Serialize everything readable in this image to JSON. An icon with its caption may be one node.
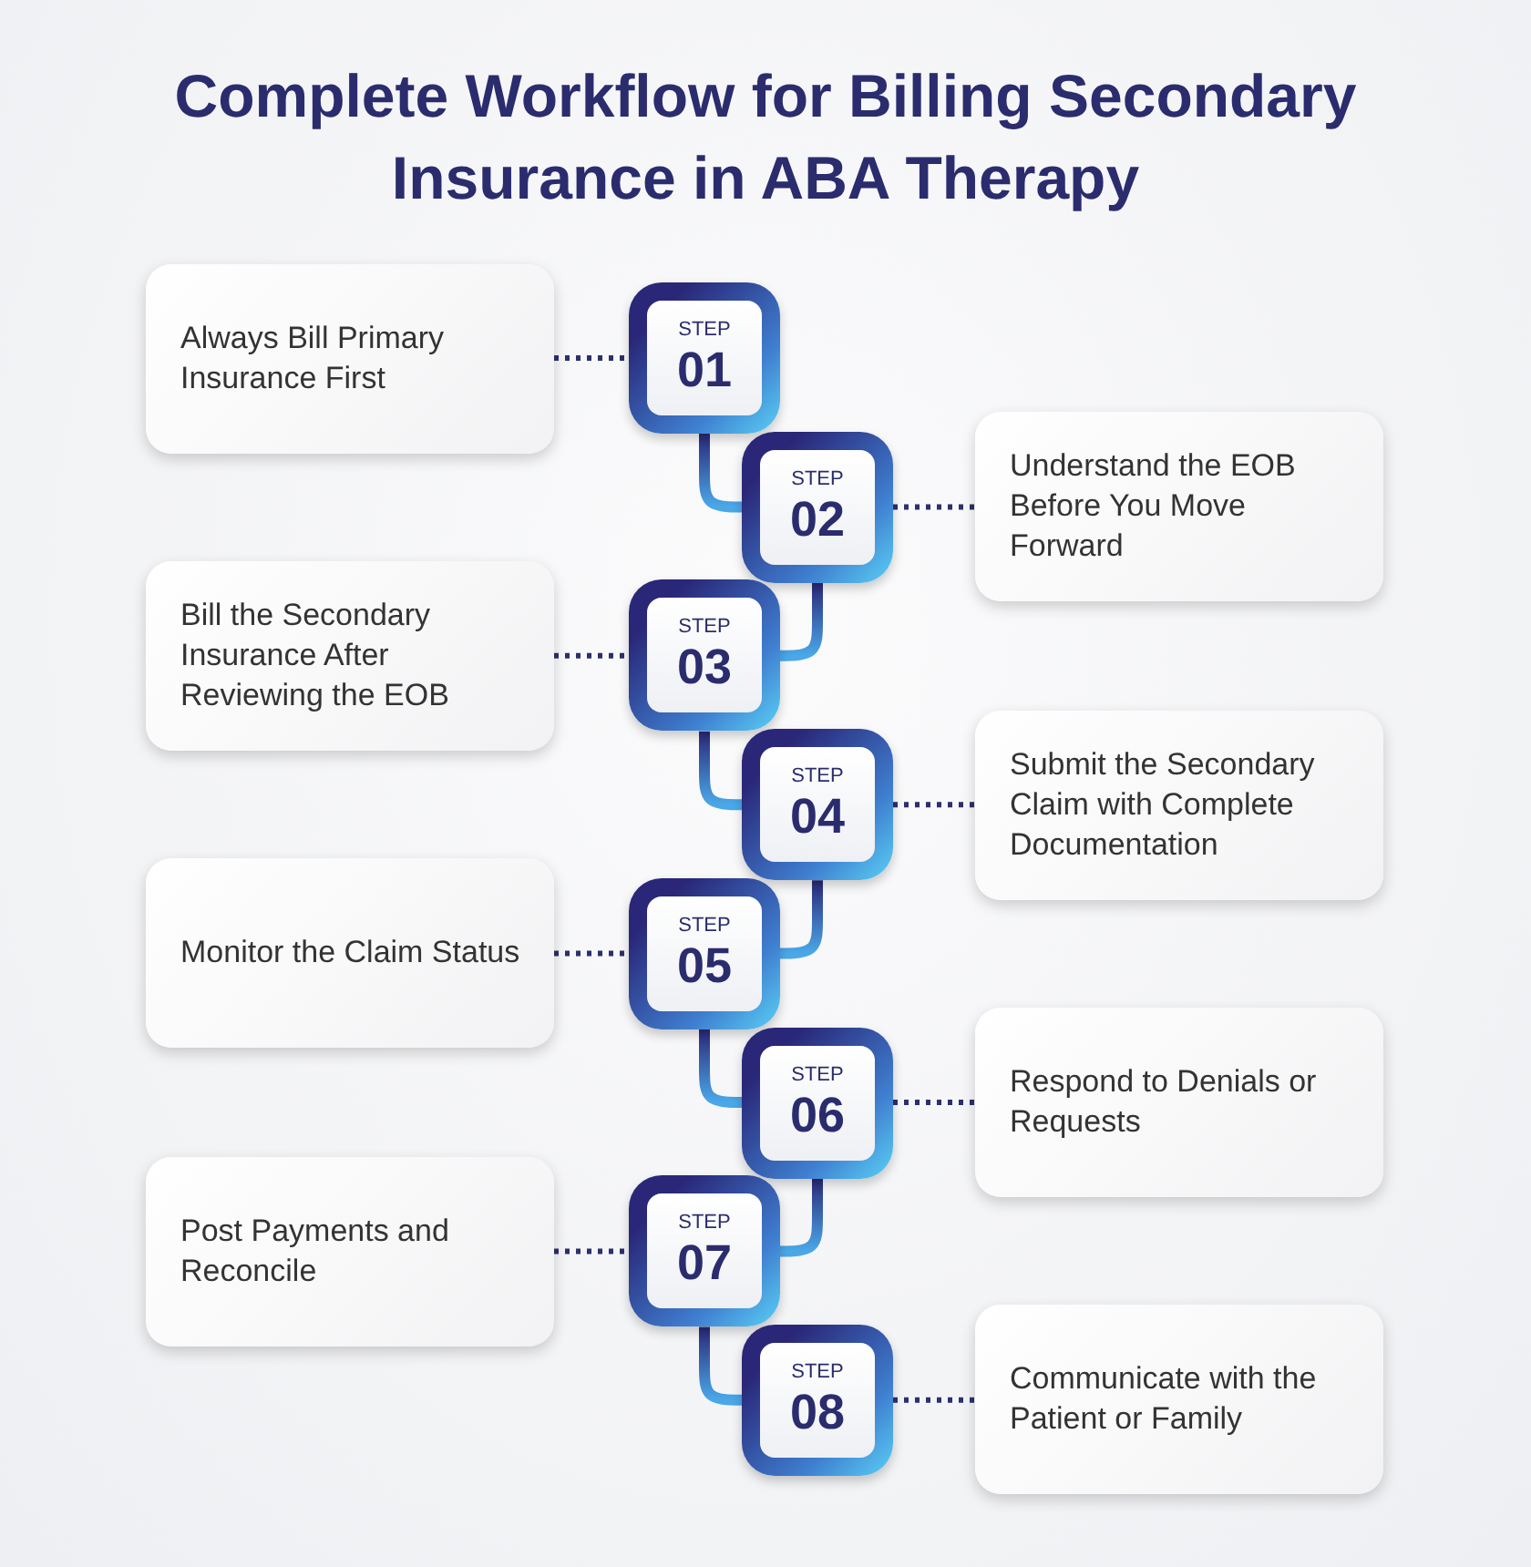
{
  "diagram": {
    "title": "Complete Workflow for Billing Secondary Insurance in ABA Therapy",
    "nodes": [
      {
        "text": [
          "Always Bill Primary Insurance First"
        ]
      },
      {
        "text": [
          "STEP",
          "01"
        ]
      },
      {
        "text": [
          "STEP",
          "02"
        ]
      },
      {
        "text": [
          "Understand the EOB Before You Move Forward"
        ]
      },
      {
        "text": [
          "Bill the Secondary Insurance After Reviewing the EOB"
        ]
      },
      {
        "text": [
          "STEP",
          "03"
        ]
      },
      {
        "text": [
          "STEP",
          "04"
        ]
      },
      {
        "text": [
          "Submit the Secondary Claim with Complete Documentation"
        ]
      },
      {
        "text": [
          "Monitor the Claim Status"
        ]
      },
      {
        "text": [
          "STEP",
          "05"
        ]
      },
      {
        "text": [
          "STEP",
          "06"
        ]
      },
      {
        "text": [
          "Respond to Denials or Requests"
        ]
      },
      {
        "text": [
          "Post Payments and Reconcile"
        ]
      },
      {
        "text": [
          "STEP",
          "07"
        ]
      },
      {
        "text": [
          "STEP",
          "08"
        ]
      },
      {
        "text": [
          "Communicate with the Patient or Family"
        ]
      }
    ],
    "edges": [
      {
        "from": 0,
        "to": 1,
        "arrow": "none",
        "style": "dashed"
      },
      {
        "from": 1,
        "to": 2,
        "arrow": "none"
      },
      {
        "from": 2,
        "to": 3,
        "arrow": "none",
        "style": "dashed"
      },
      {
        "from": 2,
        "to": 5,
        "arrow": "none"
      },
      {
        "from": 4,
        "to": 5,
        "arrow": "none",
        "style": "dashed"
      },
      {
        "from": 5,
        "to": 6,
        "arrow": "none"
      },
      {
        "from": 6,
        "to": 7,
        "arrow": "none",
        "style": "dashed"
      },
      {
        "from": 6,
        "to": 9,
        "arrow": "none"
      },
      {
        "from": 8,
        "to": 9,
        "arrow": "none",
        "style": "dashed"
      },
      {
        "from": 9,
        "to": 10,
        "arrow": "none"
      },
      {
        "from": 10,
        "to": 11,
        "arrow": "none",
        "style": "dashed"
      },
      {
        "from": 10,
        "to": 13,
        "arrow": "none"
      },
      {
        "from": 12,
        "to": 13,
        "arrow": "none",
        "style": "dashed"
      },
      {
        "from": 13,
        "to": 14,
        "arrow": "none"
      },
      {
        "from": 14,
        "to": 15,
        "arrow": "none",
        "style": "dashed"
      }
    ]
  }
}
